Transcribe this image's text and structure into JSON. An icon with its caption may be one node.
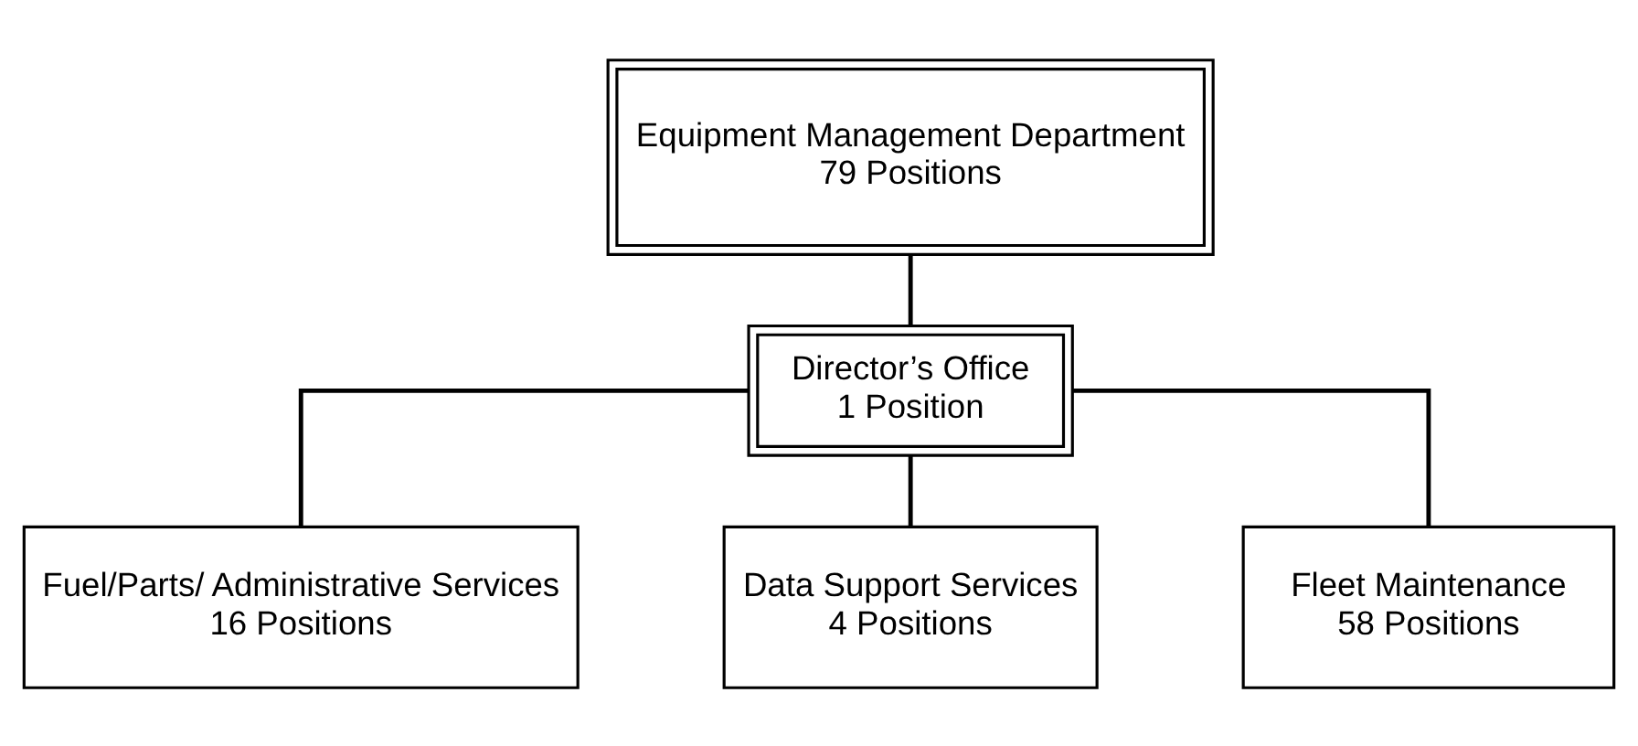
{
  "diagram": {
    "nodes": [
      {
        "text": [
          "Equipment Management Department",
          "79 Positions"
        ]
      },
      {
        "text": [
          "Director’s Office",
          "1 Position"
        ]
      },
      {
        "text": [
          "Fuel/Parts/ Administrative Services",
          "16 Positions"
        ]
      },
      {
        "text": [
          "Data Support Services",
          "4 Positions"
        ]
      },
      {
        "text": [
          "Fleet Maintenance",
          "58 Positions"
        ]
      }
    ],
    "edges": [
      {
        "from": 0,
        "to": 1,
        "arrow": "none"
      },
      {
        "from": 1,
        "to": 2,
        "arrow": "none"
      },
      {
        "from": 1,
        "to": 3,
        "arrow": "none"
      },
      {
        "from": 1,
        "to": 4,
        "arrow": "none"
      }
    ]
  }
}
